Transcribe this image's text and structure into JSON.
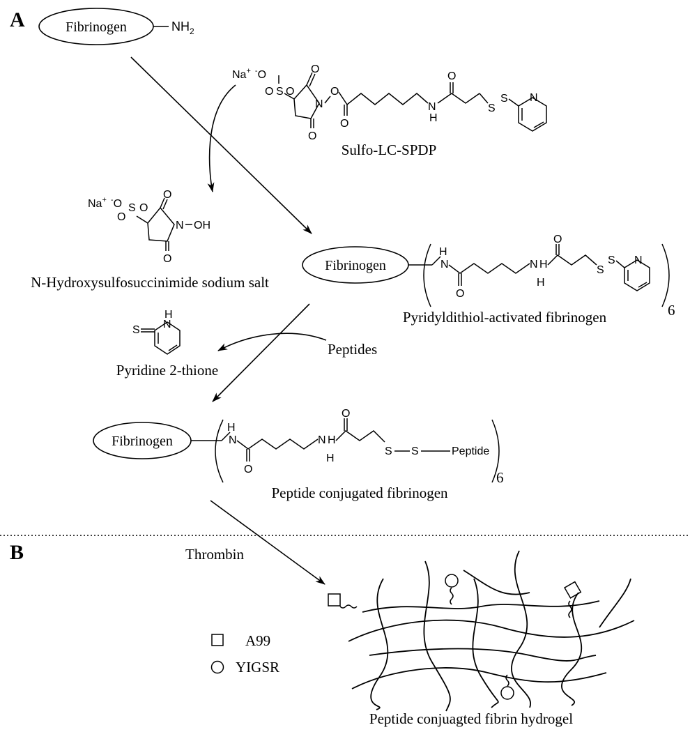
{
  "panels": {
    "a": "A",
    "b": "B"
  },
  "protein": "Fibrinogen",
  "amine": {
    "nh": "NH",
    "sub": "2"
  },
  "reagent_name": "Sulfo-LC-SPDP",
  "byproduct1_name": "N-Hydroxysulfosuccinimide sodium salt",
  "intermediate_name": "Pyridyldithiol-activated fibrinogen",
  "byproduct2_name": "Pyridine 2-thione",
  "peptides_label": "Peptides",
  "product_name": "Peptide conjugated fibrinogen",
  "repeat": "6",
  "peptide_group": "Peptide",
  "thrombin_label": "Thrombin",
  "hydrogel_name": "Peptide conjuagted fibrin hydrogel",
  "legend": {
    "square": "A99",
    "circle": "YIGSR"
  },
  "atoms": {
    "na": "Na",
    "plus": "+",
    "minus": "-",
    "o_minus": "-O",
    "o": "O",
    "s": "S",
    "n": "N",
    "h": "H",
    "nh": "NH",
    "oh": "OH",
    "so3": "S"
  }
}
